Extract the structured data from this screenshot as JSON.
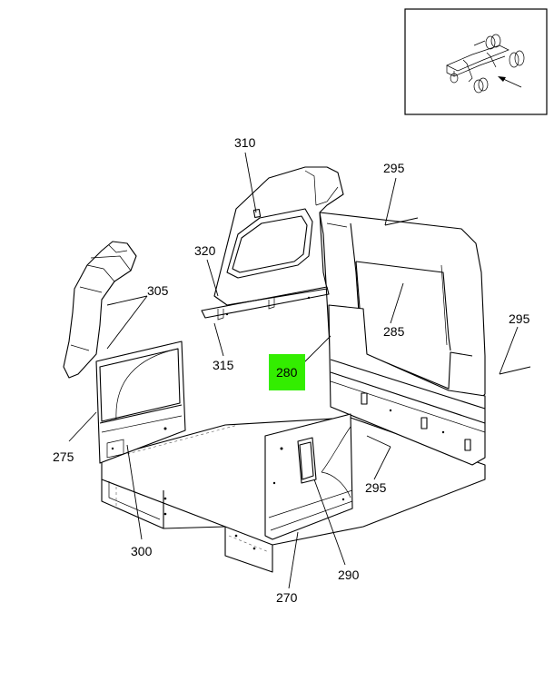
{
  "highlight_color": "#33ee00",
  "callouts": {
    "c310": "310",
    "c295a": "295",
    "c320": "320",
    "c305": "305",
    "c285": "285",
    "c295b": "295",
    "c315": "315",
    "c280": "280",
    "c275": "275",
    "c295c": "295",
    "c300": "300",
    "c290": "290",
    "c270": "270"
  },
  "highlighted_part": "280"
}
